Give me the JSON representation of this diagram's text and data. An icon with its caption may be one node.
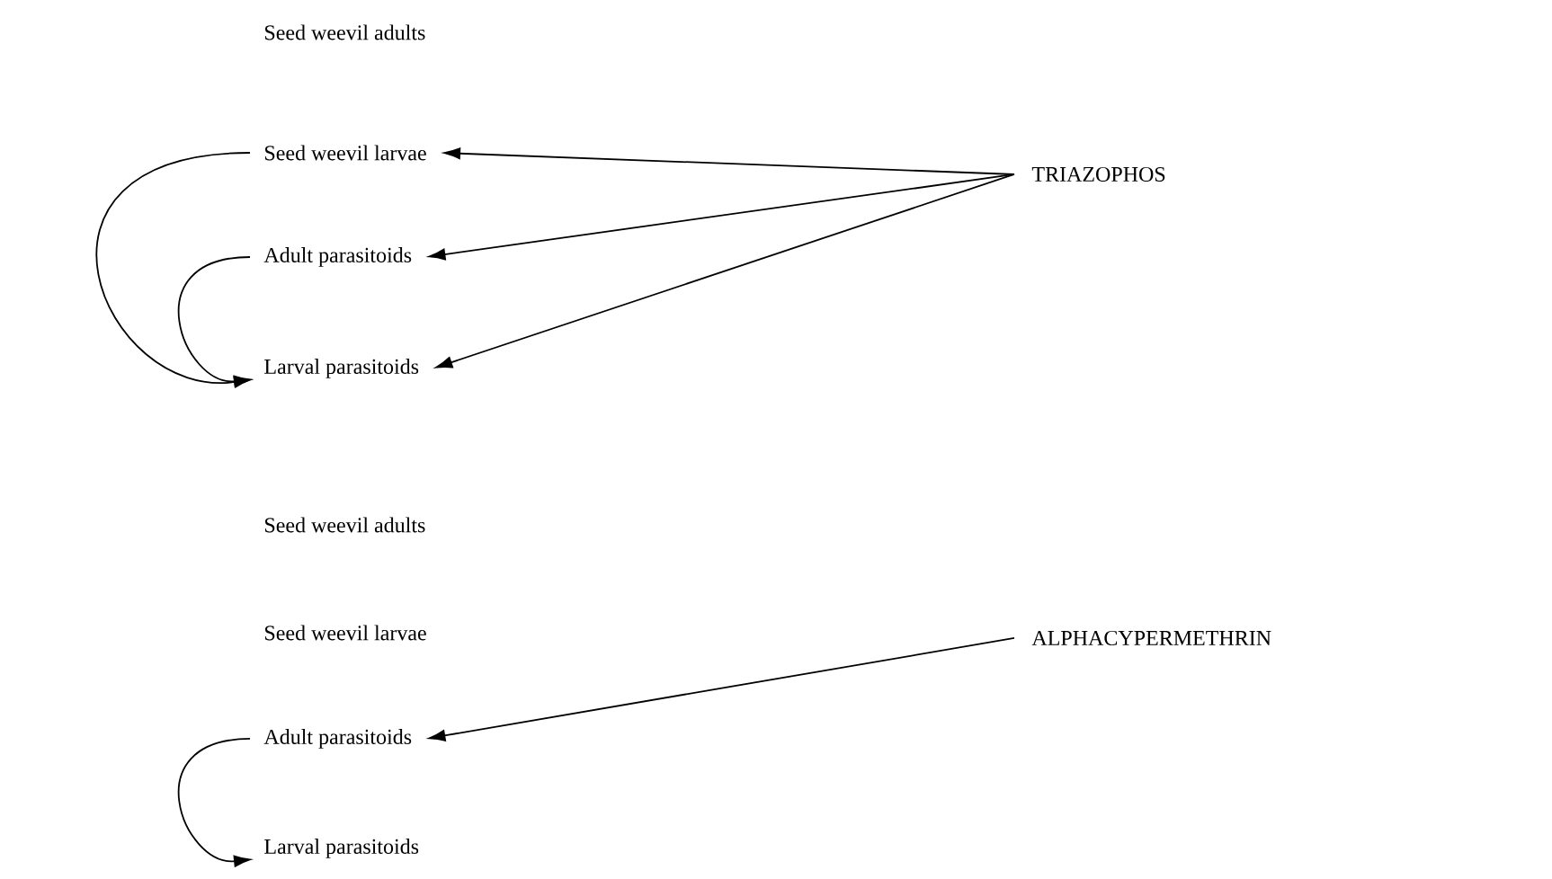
{
  "diagram": {
    "nodes": [
      {
        "text": [
          "Seed weevil adults"
        ]
      },
      {
        "text": [
          "Seed weevil larvae"
        ]
      },
      {
        "text": [
          "Adult parasitoids"
        ]
      },
      {
        "text": [
          "Larval parasitoids"
        ]
      },
      {
        "text": [
          "TRIAZOPHOS"
        ]
      },
      {
        "text": [
          "Seed weevil adults"
        ]
      },
      {
        "text": [
          "Seed weevil larvae"
        ]
      },
      {
        "text": [
          "Adult parasitoids"
        ]
      },
      {
        "text": [
          "Larval parasitoids"
        ]
      },
      {
        "text": [
          "ALPHACYPERMETHRIN"
        ]
      }
    ],
    "edges": [
      {
        "from": 4,
        "to": 1,
        "arrow": "to"
      },
      {
        "from": 4,
        "to": 2,
        "arrow": "to"
      },
      {
        "from": 4,
        "to": 3,
        "arrow": "to"
      },
      {
        "from": 1,
        "to": 3,
        "arrow": "to"
      },
      {
        "from": 2,
        "to": 3,
        "arrow": "to"
      },
      {
        "from": 9,
        "to": 7,
        "arrow": "to"
      },
      {
        "from": 7,
        "to": 8,
        "arrow": "to"
      }
    ]
  }
}
